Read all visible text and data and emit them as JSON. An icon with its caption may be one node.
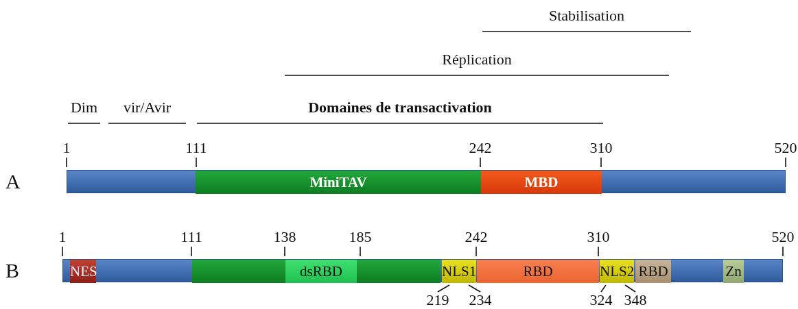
{
  "diagram": {
    "nodes": [
      {
        "text": [],
        "shape": "bar",
        "beside": [
          "A"
        ]
      },
      {
        "text": [
          "MiniTAV"
        ],
        "in": 0
      },
      {
        "text": [
          "MBD"
        ],
        "in": 0
      },
      {
        "text": [],
        "shape": "bar",
        "beside": [
          "B"
        ]
      },
      {
        "text": [
          "NES"
        ],
        "in": 3
      },
      {
        "text": [],
        "shape": "bar",
        "in": 3
      },
      {
        "text": [
          "dsRBD"
        ],
        "in": 5
      },
      {
        "text": [
          "NLS1"
        ],
        "in": 3
      },
      {
        "text": [
          "RBD"
        ],
        "in": 3
      },
      {
        "text": [
          "NLS2"
        ],
        "in": 3
      },
      {
        "text": [
          "RBD"
        ],
        "in": 3
      },
      {
        "text": [
          "Zn"
        ],
        "in": 3
      }
    ],
    "edges": [],
    "labels": [
      "Stabilisation",
      "Réplication",
      "Dim",
      "vir/Avir",
      "Domaines de transactivation",
      "1",
      "111",
      "242",
      "310",
      "520",
      "1",
      "111",
      "138",
      "185",
      "242",
      "310",
      "520",
      "219",
      "234",
      "324",
      "348"
    ]
  }
}
